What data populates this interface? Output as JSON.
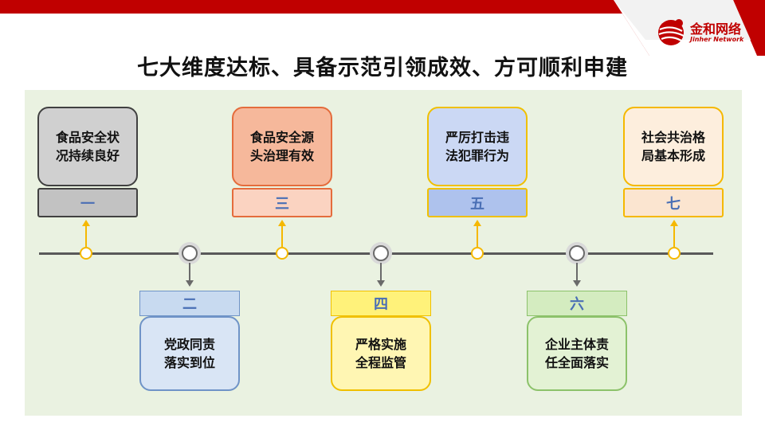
{
  "page": {
    "title": "七大维度达标、具备示范引领成效、方可顺利申建"
  },
  "brand": {
    "name_cn": "金和网络",
    "name_en": "Jinher Network",
    "accent": "#c00000"
  },
  "items": [
    {
      "number": "一",
      "text": "食品安全状\n况持续良好",
      "position": "top",
      "card_bg": "#d0d0d0",
      "num_bg": "#c2c2c2",
      "border": "#404040",
      "num_color": "#4a6fb5"
    },
    {
      "number": "二",
      "text": "党政同责\n落实到位",
      "position": "bottom",
      "card_bg": "#d9e5f5",
      "num_bg": "#c8daf0",
      "border": "#6f93c7",
      "num_color": "#4a6fb5"
    },
    {
      "number": "三",
      "text": "食品安全源\n头治理有效",
      "position": "top",
      "card_bg": "#f6b89b",
      "num_bg": "#fbd3c1",
      "border": "#e46c3c",
      "num_color": "#4a6fb5"
    },
    {
      "number": "四",
      "text": "严格实施\n全程监管",
      "position": "bottom",
      "card_bg": "#fff6b3",
      "num_bg": "#fff27a",
      "border": "#f0c000",
      "num_color": "#4a6fb5"
    },
    {
      "number": "五",
      "text": "严厉打击违\n法犯罪行为",
      "position": "top",
      "card_bg": "#cbd8f4",
      "num_bg": "#aec2ed",
      "border": "#f0c000",
      "num_color": "#4a6fb5"
    },
    {
      "number": "六",
      "text": "企业主体责\n任全面落实",
      "position": "bottom",
      "card_bg": "#e3f2d4",
      "num_bg": "#d4ecc0",
      "border": "#8cc26a",
      "num_color": "#4a6fb5"
    },
    {
      "number": "七",
      "text": "社会共治格\n局基本形成",
      "position": "top",
      "card_bg": "#fdeedd",
      "num_bg": "#fbe5d0",
      "border": "#f5b800",
      "num_color": "#4a6fb5"
    }
  ],
  "colors": {
    "panel": "#eaf2e1",
    "timeline": "#595959",
    "connector_top": "#f5b800",
    "connector_bottom": "#6a6a6a"
  }
}
